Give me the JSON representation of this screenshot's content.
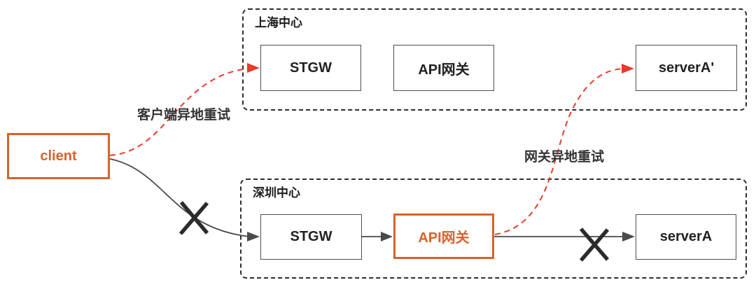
{
  "diagram": {
    "containers": {
      "shanghai": {
        "label": "上海中心"
      },
      "shenzhen": {
        "label": "深圳中心"
      }
    },
    "nodes": {
      "client": {
        "label": "client"
      },
      "sh_stgw": {
        "label": "STGW"
      },
      "sh_api": {
        "label": "API网关"
      },
      "sh_server": {
        "label": "serverA'"
      },
      "sz_stgw": {
        "label": "STGW"
      },
      "sz_api": {
        "label": "API网关"
      },
      "sz_server": {
        "label": "serverA"
      }
    },
    "edge_labels": {
      "client_retry": "客户端异地重试",
      "gateway_retry": "网关异地重试"
    },
    "colors": {
      "accent_orange": "#D9622B",
      "retry_red": "#E63B2B",
      "line_dark": "#4a4a4a",
      "failure_x": "#2b2b2b"
    }
  }
}
